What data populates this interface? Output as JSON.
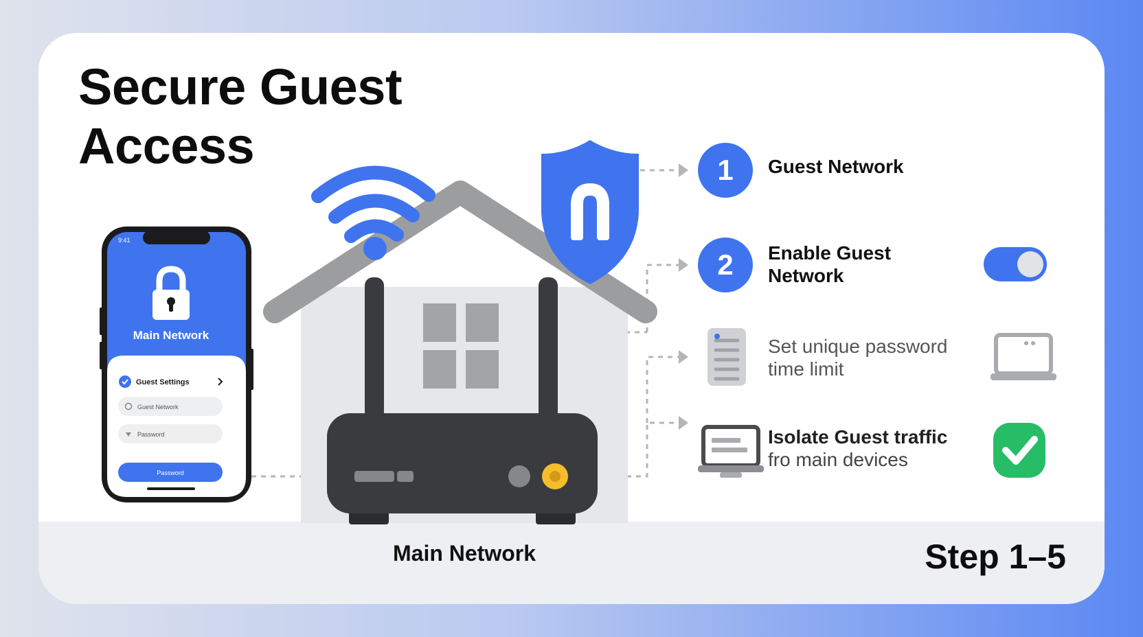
{
  "title_line1": "Secure Guest",
  "title_line2": "Access",
  "phone": {
    "status_left": "9:41",
    "network_label": "Main Network",
    "settings_label": "Guest Settings",
    "field1": "Guest Network",
    "field2": "Password",
    "button_label": "Password"
  },
  "steps": [
    {
      "number": "1",
      "line1": "Guest Network",
      "line2": ""
    },
    {
      "number": "2",
      "line1": "Enable Guest",
      "line2": "Network"
    },
    {
      "number": "",
      "line1": "Set unique password",
      "line2": "time limit"
    },
    {
      "number": "",
      "line1": "Isolate Guest traffic",
      "line2": "fro main devices"
    }
  ],
  "toggle_on": true,
  "main_network_label": "Main Network",
  "step_range": "Step 1–5",
  "colors": {
    "accent": "#3f74ee",
    "success": "#27bd67",
    "router": "#3a3b3e",
    "house_roof": "#9c9d9f",
    "house_wall": "#e6e7ea",
    "led": "#f5bd2b"
  },
  "icons": [
    "shield-icon",
    "wifi-icon",
    "lock-icon",
    "document-icon",
    "laptop-icon",
    "check-icon",
    "chevron-right-icon"
  ]
}
